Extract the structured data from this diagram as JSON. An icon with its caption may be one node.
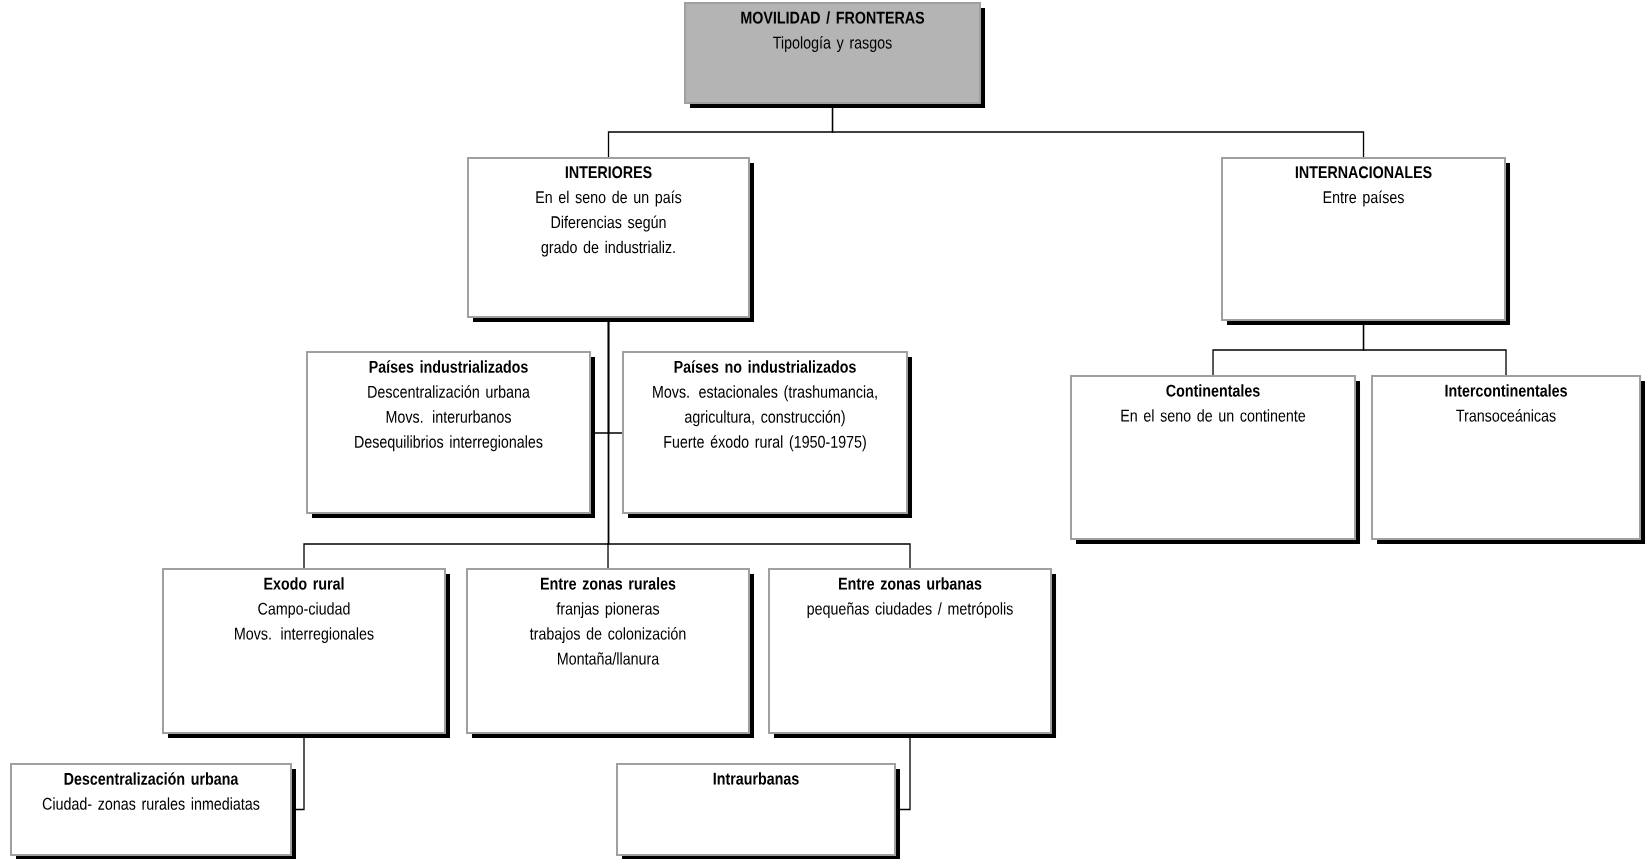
{
  "diagram": {
    "nodes": [
      {
        "text": [
          "MOVILIDAD / FRONTERAS",
          "Tipología y rasgos"
        ]
      },
      {
        "text": [
          "INTERIORES",
          "En el seno de un país",
          "Diferencias según",
          "grado de industrializ."
        ]
      },
      {
        "text": [
          "INTERNACIONALES",
          "Entre países"
        ]
      },
      {
        "text": [
          "Países industrializados",
          "Descentralización urbana",
          "Movs. interurbanos",
          "Desequilibrios interregionales"
        ]
      },
      {
        "text": [
          "Países no industrializados",
          "Movs. estacionales (trashumancia, agricultura, construcción)",
          "Fuerte éxodo rural (1950-1975)"
        ]
      },
      {
        "text": [
          "Continentales",
          "En el seno de un continente"
        ]
      },
      {
        "text": [
          "Intercontinentales",
          "Transoceánicas"
        ]
      },
      {
        "text": [
          "Exodo rural",
          "Campo-ciudad",
          "Movs. interregionales"
        ]
      },
      {
        "text": [
          "Entre zonas rurales",
          "franjas pioneras",
          "trabajos de colonización",
          "Montaña/llanura"
        ]
      },
      {
        "text": [
          "Entre zonas urbanas",
          "pequeñas ciudades / metrópolis"
        ]
      },
      {
        "text": [
          "Descentralización urbana",
          "Ciudad- zonas rurales inmediatas"
        ]
      },
      {
        "text": [
          "Intraurbanas"
        ]
      }
    ],
    "edges": [
      {
        "from": 0,
        "to": 1,
        "arrow": "none"
      },
      {
        "from": 0,
        "to": 2,
        "arrow": "none"
      },
      {
        "from": 1,
        "to": 3,
        "arrow": "none"
      },
      {
        "from": 1,
        "to": 4,
        "arrow": "none"
      },
      {
        "from": 2,
        "to": 5,
        "arrow": "none"
      },
      {
        "from": 2,
        "to": 6,
        "arrow": "none"
      },
      {
        "from": 1,
        "to": 7,
        "arrow": "none"
      },
      {
        "from": 1,
        "to": 8,
        "arrow": "none"
      },
      {
        "from": 1,
        "to": 9,
        "arrow": "none"
      },
      {
        "from": 7,
        "to": 10,
        "arrow": "none"
      },
      {
        "from": 9,
        "to": 11,
        "arrow": "none"
      }
    ]
  }
}
